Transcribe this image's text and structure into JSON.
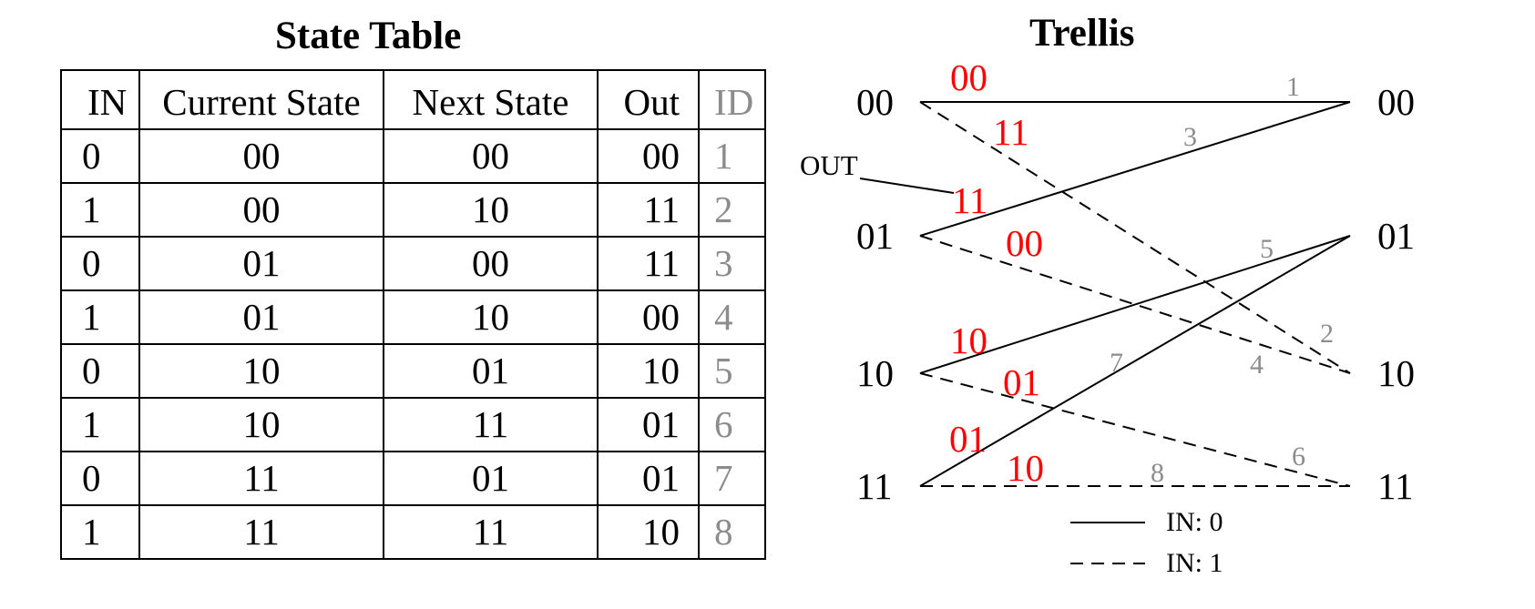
{
  "state_table": {
    "title": "State Table",
    "headers": {
      "in": "IN",
      "current_state": "Current State",
      "next_state": "Next State",
      "out": "Out",
      "id": "ID"
    },
    "rows": [
      {
        "in": "0",
        "current_state": "00",
        "next_state": "00",
        "out": "00",
        "id": "1"
      },
      {
        "in": "1",
        "current_state": "00",
        "next_state": "10",
        "out": "11",
        "id": "2"
      },
      {
        "in": "0",
        "current_state": "01",
        "next_state": "00",
        "out": "11",
        "id": "3"
      },
      {
        "in": "1",
        "current_state": "01",
        "next_state": "10",
        "out": "00",
        "id": "4"
      },
      {
        "in": "0",
        "current_state": "10",
        "next_state": "01",
        "out": "10",
        "id": "5"
      },
      {
        "in": "1",
        "current_state": "10",
        "next_state": "11",
        "out": "01",
        "id": "6"
      },
      {
        "in": "0",
        "current_state": "11",
        "next_state": "01",
        "out": "01",
        "id": "7"
      },
      {
        "in": "1",
        "current_state": "11",
        "next_state": "11",
        "out": "10",
        "id": "8"
      }
    ]
  },
  "trellis": {
    "title": "Trellis",
    "states": [
      "00",
      "01",
      "10",
      "11"
    ],
    "out_pointer_label": "OUT",
    "edge_style_key": {
      "solid": "0",
      "dashed": "1"
    },
    "colors": {
      "output": "#ff0000",
      "id": "#8c8c8c",
      "line": "#000000"
    },
    "edges": [
      {
        "id": "1",
        "from": "00",
        "to": "00",
        "in": "0",
        "out": "00"
      },
      {
        "id": "2",
        "from": "00",
        "to": "10",
        "in": "1",
        "out": "11"
      },
      {
        "id": "3",
        "from": "01",
        "to": "00",
        "in": "0",
        "out": "11"
      },
      {
        "id": "4",
        "from": "01",
        "to": "10",
        "in": "1",
        "out": "00"
      },
      {
        "id": "5",
        "from": "10",
        "to": "01",
        "in": "0",
        "out": "10"
      },
      {
        "id": "6",
        "from": "10",
        "to": "11",
        "in": "1",
        "out": "01"
      },
      {
        "id": "7",
        "from": "11",
        "to": "01",
        "in": "0",
        "out": "01"
      },
      {
        "id": "8",
        "from": "11",
        "to": "11",
        "in": "1",
        "out": "10"
      }
    ],
    "legend": [
      {
        "style": "solid",
        "label": "IN: 0"
      },
      {
        "style": "dashed",
        "label": "IN: 1"
      }
    ]
  }
}
